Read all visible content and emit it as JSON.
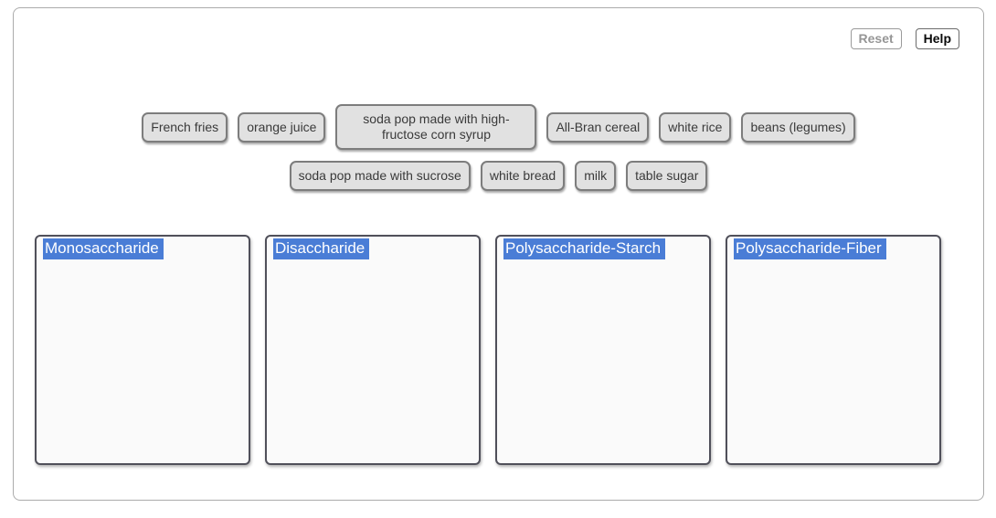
{
  "toolbar": {
    "reset_label": "Reset",
    "help_label": "Help"
  },
  "chips": {
    "row1": [
      "French fries",
      "orange juice",
      "soda pop made with high-fructose corn syrup",
      "All-Bran cereal",
      "white rice",
      "beans (legumes)"
    ],
    "row2": [
      "soda pop made with sucrose",
      "white bread",
      "milk",
      "table sugar"
    ]
  },
  "categories": [
    "Monosaccharide",
    "Disaccharide",
    "Polysaccharide-Starch",
    "Polysaccharide-Fiber"
  ],
  "colors": {
    "highlight_blue": "#4a7dd6",
    "chip_bg": "#e1e1e1",
    "chip_border": "#7d7d7d",
    "box_bg": "#fafafa",
    "box_border": "#50505a"
  }
}
